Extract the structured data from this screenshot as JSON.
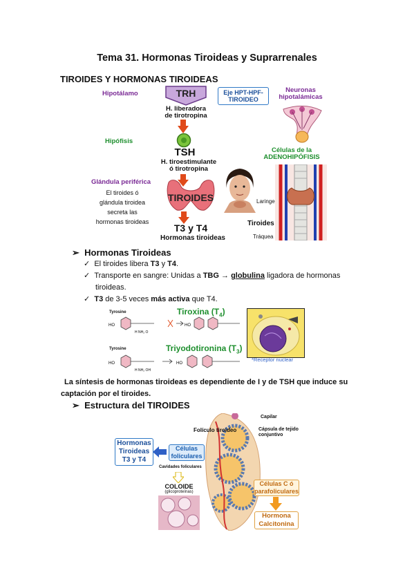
{
  "title": "Tema 31. Hormonas Tiroideas y Suprarrenales",
  "section1": "TIROIDES Y HORMONAS TIROIDEAS",
  "axis_figure": {
    "hipotalamo": "Hipotálamo",
    "hipofisis": "Hipófisis",
    "glandula": "Glándula periférica",
    "note": [
      "El tiroides ó",
      "glándula tiroidea",
      "secreta las",
      "hormonas tiroideas"
    ],
    "trh": "TRH",
    "trh_desc": [
      "H. liberadora",
      "de tirotropina"
    ],
    "tsh": "TSH",
    "tsh_desc": [
      "H. tiroestimulante",
      "ó tirotropina"
    ],
    "tiroides": "TIROIDES",
    "t3t4": "T3 y T4",
    "hormonas": "Hormonas tiroideas",
    "eje": [
      "Eje HPT-HPF-",
      "TIROIDEO"
    ],
    "neuronas": [
      "Neuronas",
      "hipotalámicas"
    ],
    "celulas": [
      "Células de la",
      "ADENOHIPÓFISIS"
    ],
    "laringe": "Laringe",
    "tiroides_lbl": "Tiroides",
    "traquea": "Tráquea"
  },
  "section2": {
    "heading": "Hormonas Tiroideas",
    "item1": {
      "pre": "El tiroides libera ",
      "b1": "T3",
      "mid": " y ",
      "b2": "T4",
      "post": "."
    },
    "item2": {
      "pre": "Transporte en sangre: Unidas a ",
      "b1": "TBG",
      "arrow": " → ",
      "u": "globulina",
      "post": " ligadora de hormonas",
      "line2": "tiroideas."
    },
    "item3": {
      "b1": "T3",
      "mid": " de 3-5 veces ",
      "b2": "más activa",
      "post": " que T4."
    }
  },
  "molecules": {
    "tyrosine": "Tyrosine",
    "tiroxina": "Tiroxina (T",
    "tiroxina_sub": "4",
    "triyodo": "Triyodotironina (T",
    "triyodo_sub": "3",
    "receptor": "*Receptor nuclear"
  },
  "paragraph": [
    "La síntesis de hormonas tiroideas es dependiente de I y de TSH que induce su",
    "captación por el tiroides."
  ],
  "section3": {
    "heading": "Estructura del TIROIDES",
    "foliculo": "Folículo tiroideo",
    "capilar": "Capilar",
    "capsula": [
      "Cápsula de tejido",
      "conjuntivo"
    ],
    "hormonas": [
      "Hormonas",
      "Tiroideas",
      "T3 y T4"
    ],
    "celulas_f": [
      "Células",
      "foliculares"
    ],
    "cavidades": "Cavidades foliculares",
    "coloide": "COLOIDE",
    "glico": "(glicoproteínas)",
    "celulas_c": [
      "Células C ó",
      "parafoliculares"
    ],
    "hormona_c": [
      "Hormona",
      "Calcitonina"
    ]
  },
  "colors": {
    "purple": "#7a2a95",
    "green": "#1e8f2e",
    "blue": "#2e78c6",
    "red": "#e04a1a",
    "orange": "#f29a1f"
  }
}
